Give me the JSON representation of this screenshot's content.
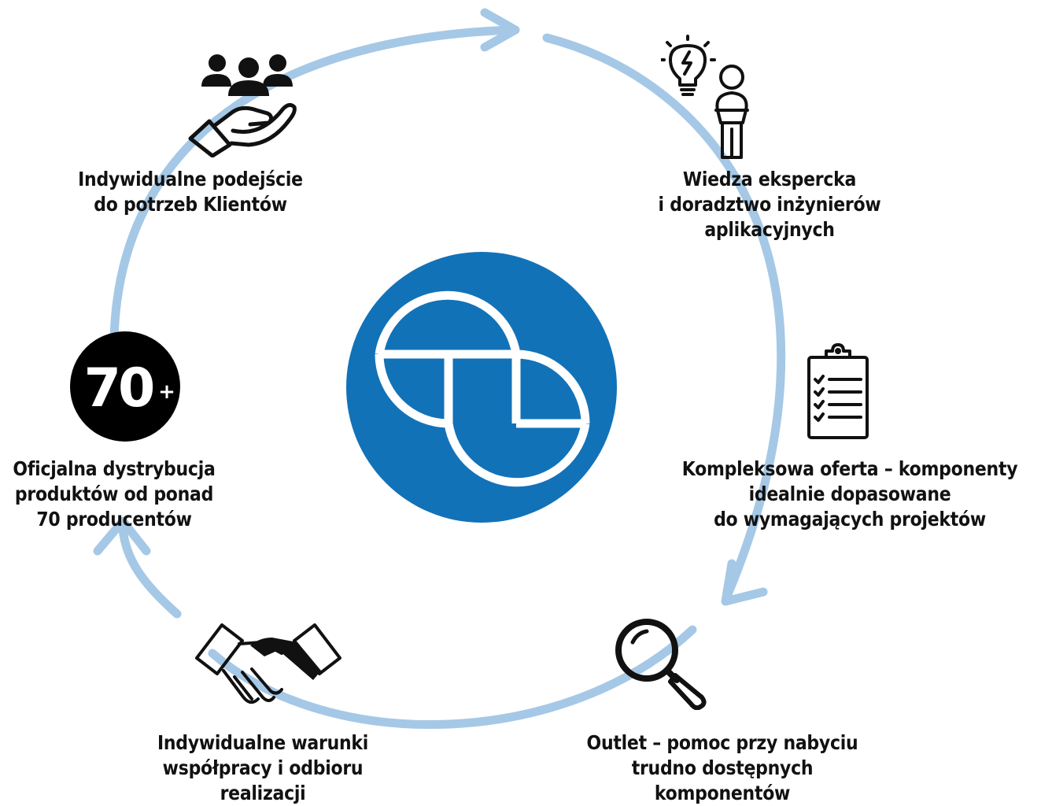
{
  "center_logo": {
    "icon": "company-logo-icon",
    "color": "#1272b8"
  },
  "cycle": {
    "color": "#a5c8e6",
    "arrow_icons": [
      "arrow-right-icon",
      "arrow-down-icon",
      "arrow-up-icon"
    ]
  },
  "items": [
    {
      "icon": "people-in-hand-icon",
      "lines": [
        "Indywidualne podejście",
        "do potrzeb Klientów"
      ]
    },
    {
      "icon": "engineer-idea-icon",
      "lines": [
        "Wiedza ekspercka",
        "i doradztwo inżynierów",
        "aplikacyjnych"
      ]
    },
    {
      "icon": "clipboard-checklist-icon",
      "lines": [
        "Kompleksowa oferta – komponenty",
        "idealnie dopasowane",
        "do wymagających projektów"
      ]
    },
    {
      "icon": "magnifier-icon",
      "lines": [
        "Outlet – pomoc przy nabyciu",
        "trudno dostępnych",
        "komponentów"
      ]
    },
    {
      "icon": "handshake-icon",
      "lines": [
        "Indywidualne warunki",
        "współpracy i odbioru",
        "realizacji"
      ]
    },
    {
      "icon": "seventy-plus-badge-icon",
      "badge_text": "70",
      "badge_suffix": "+",
      "lines": [
        "Oficjalna dystrybucja",
        "produktów od ponad",
        "70 producentów"
      ]
    }
  ]
}
